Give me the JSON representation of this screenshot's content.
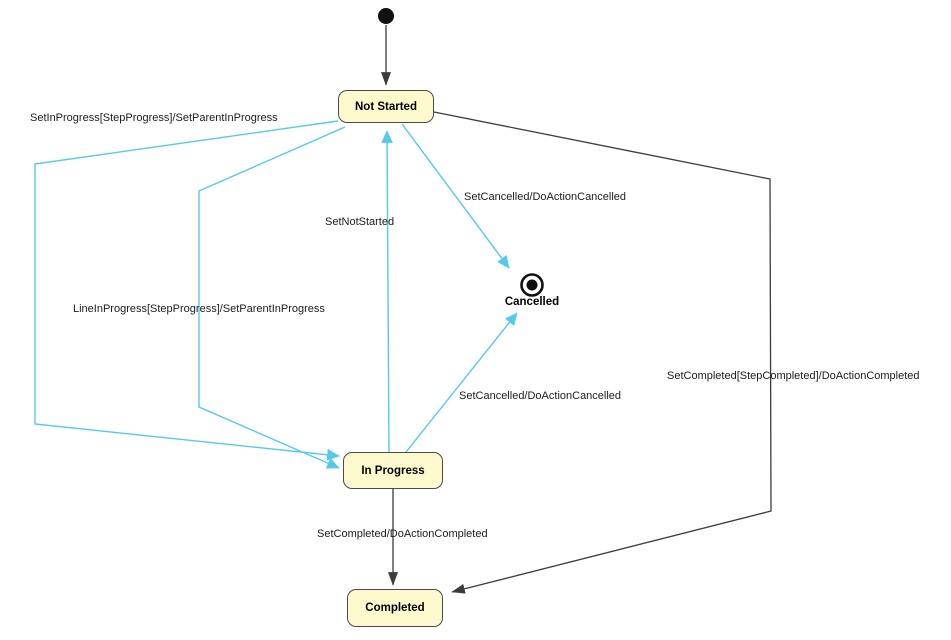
{
  "diagram": {
    "type": "uml-state-machine",
    "background": "#ffffff",
    "colors": {
      "state_fill": "#fcfacd",
      "state_border": "#4b4b4b",
      "transition_default": "#3c3c3c",
      "transition_highlight": "#55c9ec",
      "label_text": "#1c1c1c"
    },
    "states": [
      {
        "id": "initial",
        "kind": "initial",
        "label": ""
      },
      {
        "id": "not-started",
        "kind": "state",
        "label": "Not Started"
      },
      {
        "id": "in-progress",
        "kind": "state",
        "label": "In Progress"
      },
      {
        "id": "completed",
        "kind": "state",
        "label": "Completed"
      },
      {
        "id": "cancelled",
        "kind": "final",
        "label": "Cancelled"
      }
    ],
    "transitions": [
      {
        "from": "initial",
        "to": "not-started",
        "label": "",
        "color": "default"
      },
      {
        "from": "not-started",
        "to": "in-progress",
        "label": "SetInProgress[StepProgress]/SetParentInProgress",
        "color": "highlight"
      },
      {
        "from": "not-started",
        "to": "in-progress",
        "label": "LineInProgress[StepProgress]/SetParentInProgress",
        "color": "highlight"
      },
      {
        "from": "in-progress",
        "to": "not-started",
        "label": "SetNotStarted",
        "color": "highlight"
      },
      {
        "from": "not-started",
        "to": "cancelled",
        "label": "SetCancelled/DoActionCancelled",
        "color": "highlight"
      },
      {
        "from": "in-progress",
        "to": "cancelled",
        "label": "SetCancelled/DoActionCancelled",
        "color": "highlight"
      },
      {
        "from": "in-progress",
        "to": "completed",
        "label": "SetCompleted/DoActionCompleted",
        "color": "default"
      },
      {
        "from": "not-started",
        "to": "completed",
        "label": "SetCompleted[StepCompleted]/DoActionCompleted",
        "color": "default"
      }
    ]
  }
}
